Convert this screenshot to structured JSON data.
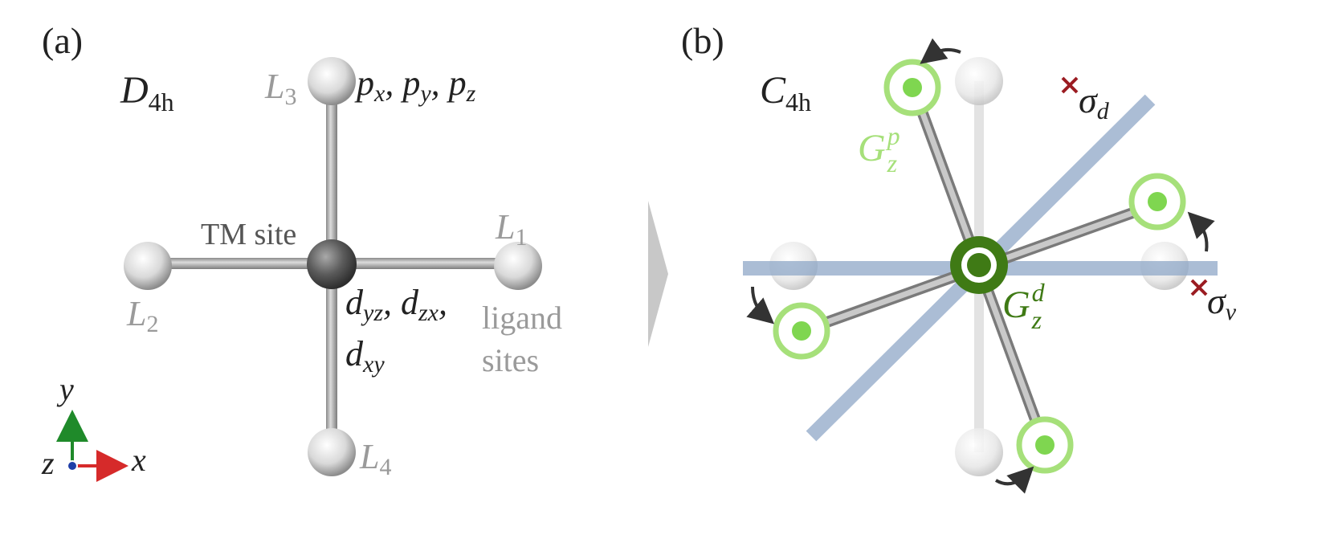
{
  "panel_a": {
    "label": "(a)",
    "point_group": {
      "main": "D",
      "sub": "4h"
    },
    "ligands": {
      "L1": {
        "main": "L",
        "sub": "1"
      },
      "L2": {
        "main": "L",
        "sub": "2"
      },
      "L3": {
        "main": "L",
        "sub": "3"
      },
      "L4": {
        "main": "L",
        "sub": "4"
      }
    },
    "p_orbitals": {
      "p1": "p",
      "p1_sub": "x",
      "sep1": ", ",
      "p2": "p",
      "p2_sub": "y",
      "sep2": ", ",
      "p3": "p",
      "p3_sub": "z"
    },
    "d_orbitals_line1": {
      "d1": "d",
      "d1_sub": "yz",
      "sep1": ", ",
      "d2": "d",
      "d2_sub": "zx",
      "sep2": ","
    },
    "d_orbitals_line2": {
      "d3": "d",
      "d3_sub": "xy"
    },
    "tm_site": "TM site",
    "ligand_sites_line1": "ligand",
    "ligand_sites_line2": "sites",
    "axes": {
      "y": "y",
      "z": "z",
      "x": "x"
    }
  },
  "panel_b": {
    "label": "(b)",
    "point_group": {
      "main": "C",
      "sub": "4h"
    },
    "gp": {
      "main": "G",
      "sup": "p",
      "sub": "z"
    },
    "gd": {
      "main": "G",
      "sup": "d",
      "sub": "z"
    },
    "sigma_d": {
      "main": "σ",
      "sub": "d"
    },
    "sigma_v": {
      "main": "σ",
      "sub": "v"
    }
  },
  "colors": {
    "bond": "#a8a8a8",
    "ligand_sphere": "#d8d8d8",
    "tm_sphere": "#555555",
    "light_green": "#a6e07a",
    "green_dot": "#7fd650",
    "dark_green": "#3f7a15",
    "mirror_plane": "#8fa8c8",
    "cross": "#9b1c22",
    "arrow": "#333333",
    "axis_x": "#d62a2a",
    "axis_y": "#1f8a2a",
    "axis_z": "#1f3fa8"
  }
}
